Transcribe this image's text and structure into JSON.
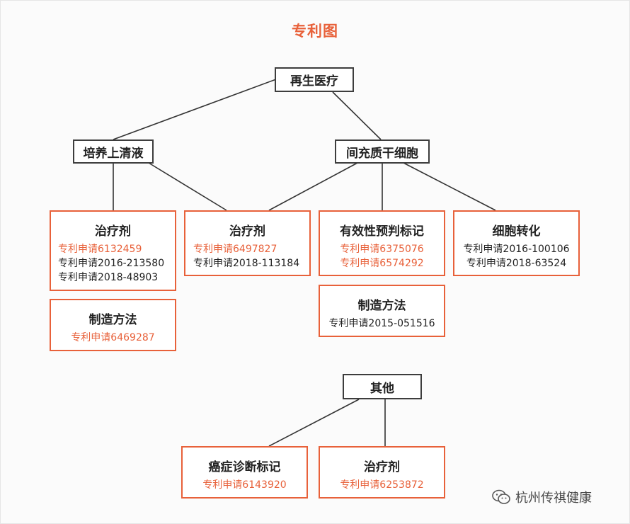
{
  "title": "专利图",
  "root": "再生医疗",
  "branches": {
    "left": "培养上清液",
    "right": "间充质干细胞"
  },
  "boxes": {
    "b1": {
      "heading": "治疗剂",
      "lines": [
        "专利申请6132459",
        "专利申请2016-213580",
        "专利申请2018-48903"
      ]
    },
    "b1b": {
      "heading": "制造方法",
      "lines": [
        "专利申请6469287"
      ]
    },
    "b2": {
      "heading": "治疗剂",
      "lines": [
        "专利申请6497827",
        "专利申请2018-113184"
      ]
    },
    "b3": {
      "heading": "有效性预判标记",
      "lines": [
        "专利申请6375076",
        "专利申请6574292"
      ]
    },
    "b3b": {
      "heading": "制造方法",
      "lines": [
        "专利申请2015-051516"
      ]
    },
    "b4": {
      "heading": "细胞转化",
      "lines": [
        "专利申请2016-100106",
        "专利申请2018-63524"
      ]
    }
  },
  "other": {
    "label": "其他",
    "b5": {
      "heading": "癌症诊断标记",
      "lines": [
        "专利申请6143920"
      ]
    },
    "b6": {
      "heading": "治疗剂",
      "lines": [
        "专利申请6253872"
      ]
    }
  },
  "watermark": "杭州传祺健康",
  "colors": {
    "accent": "#e8613a",
    "text": "#222222",
    "border": "#3d3d3d"
  }
}
